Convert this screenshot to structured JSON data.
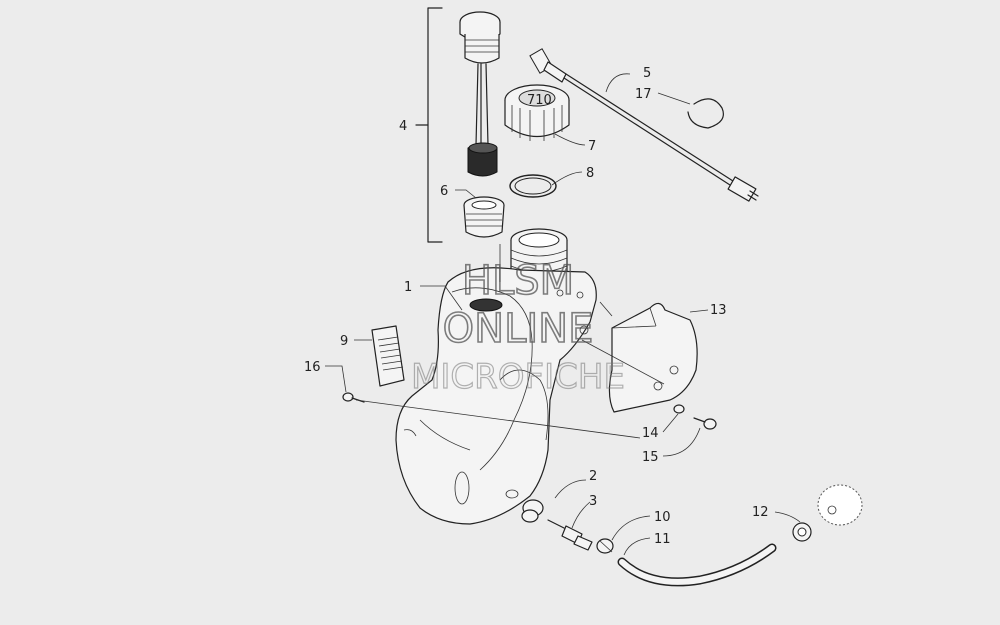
{
  "diagram": {
    "callouts": [
      {
        "id": "1",
        "label": "1"
      },
      {
        "id": "2",
        "label": "2"
      },
      {
        "id": "3",
        "label": "3"
      },
      {
        "id": "4",
        "label": "4"
      },
      {
        "id": "5",
        "label": "5"
      },
      {
        "id": "6",
        "label": "6"
      },
      {
        "id": "7",
        "label": "7"
      },
      {
        "id": "8",
        "label": "8"
      },
      {
        "id": "9",
        "label": "9"
      },
      {
        "id": "10",
        "label": "10"
      },
      {
        "id": "11",
        "label": "11"
      },
      {
        "id": "12",
        "label": "12"
      },
      {
        "id": "13",
        "label": "13"
      },
      {
        "id": "14",
        "label": "14"
      },
      {
        "id": "15",
        "label": "15"
      },
      {
        "id": "16",
        "label": "16"
      },
      {
        "id": "17",
        "label": "17"
      }
    ],
    "cap_marking": "710"
  },
  "watermark": {
    "line1": "HLSM",
    "line2": "ONLINE",
    "line3": "MICROFICHE"
  }
}
